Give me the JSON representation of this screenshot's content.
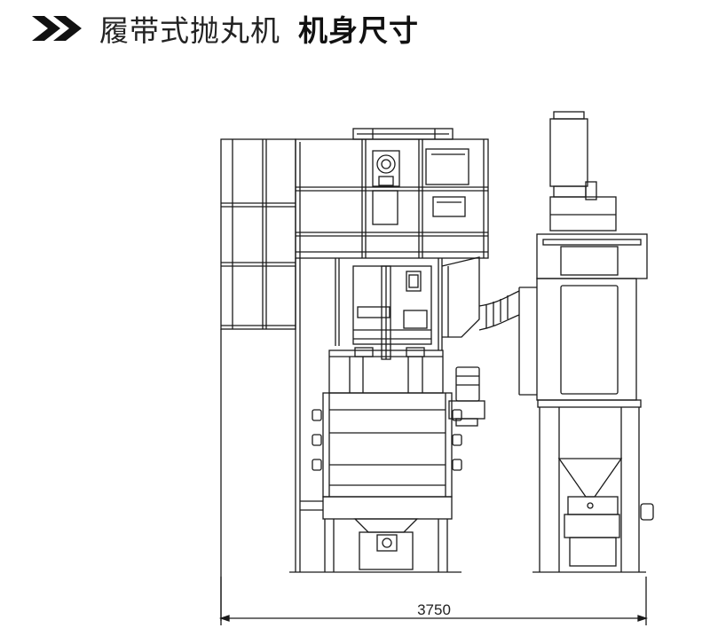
{
  "header": {
    "title": "履带式抛丸机",
    "subtitle": "机身尺寸"
  },
  "dimensions": {
    "overall_width": "3750"
  },
  "colors": {
    "line": "#1a1a1a",
    "accent": "#111111"
  },
  "icons": {
    "header_marker": "double-chevron-right-icon"
  }
}
